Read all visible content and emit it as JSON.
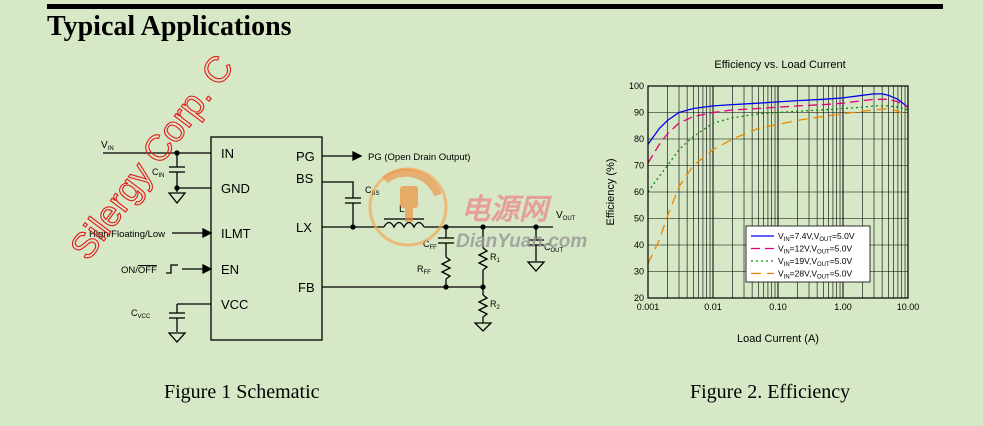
{
  "heading": "Typical Applications",
  "captions": {
    "schematic": "Figure 1 Schematic",
    "efficiency": "Figure 2. Efficiency"
  },
  "schematic": {
    "pins": {
      "in": "IN",
      "gnd": "GND",
      "ilmt": "ILMT",
      "en": "EN",
      "vcc": "VCC",
      "pg": "PG",
      "bs": "BS",
      "lx": "LX",
      "fb": "FB"
    },
    "labels": {
      "vin": "V",
      "vin_sub": "IN",
      "cin": "C",
      "cin_sub": "IN",
      "ilmt_in": "High/Floating/Low",
      "en_in": "ON/",
      "en_in_bar": "OFF",
      "cvcc": "C",
      "cvcc_sub": "VCC",
      "pg_out": "PG (Open Drain Output)",
      "cbs": "C",
      "cbs_sub": "BS",
      "l": "L",
      "cff": "C",
      "cff_sub": "FF",
      "rff": "R",
      "rff_sub": "FF",
      "r1": "R",
      "r1_sub": "1",
      "r2": "R",
      "r2_sub": "2",
      "vout": "V",
      "vout_sub": "OUT",
      "cout": "C",
      "cout_sub": "OUT"
    }
  },
  "watermarks": {
    "company": "Silergy Corp. C",
    "site_cn": "电源网",
    "site_en": "DianYuan.com"
  },
  "chart_data": {
    "type": "line",
    "title": "Efficiency vs. Load Current",
    "xlabel": "Load Current (A)",
    "ylabel": "Efficiency (%)",
    "xscale": "log",
    "xlim": [
      0.001,
      10
    ],
    "ylim": [
      20,
      100
    ],
    "xticks": [
      "0.001",
      "0.01",
      "0.10",
      "1.00",
      "10.00"
    ],
    "yticks": [
      "20",
      "30",
      "40",
      "50",
      "60",
      "70",
      "80",
      "90",
      "100"
    ],
    "grid": true,
    "legend_position": "lower-right",
    "series": [
      {
        "name": "VIN=7.4V,VOUT=5.0V",
        "legend_v1": "V",
        "legend_s1": "IN",
        "legend_mid": "=7.4V,V",
        "legend_s2": "OUT",
        "legend_end": "=5.0V",
        "color": "#0000ee",
        "dash": "",
        "x": [
          0.001,
          0.0015,
          0.002,
          0.003,
          0.005,
          0.01,
          0.02,
          0.05,
          0.1,
          0.2,
          0.5,
          1,
          2,
          3,
          4,
          5,
          7,
          10
        ],
        "y": [
          78,
          84,
          87,
          90,
          91.5,
          92.5,
          93,
          93.5,
          94,
          94.5,
          95,
          95.5,
          96.5,
          97,
          97,
          96.5,
          95,
          92
        ]
      },
      {
        "name": "VIN=12V,VOUT=5.0V",
        "legend_v1": "V",
        "legend_s1": "IN",
        "legend_mid": "=12V,V",
        "legend_s2": "OUT",
        "legend_end": "=5.0V",
        "color": "#e0007a",
        "dash": "9,5",
        "x": [
          0.001,
          0.0015,
          0.002,
          0.003,
          0.005,
          0.01,
          0.02,
          0.05,
          0.1,
          0.2,
          0.5,
          1,
          2,
          3,
          5,
          7,
          10
        ],
        "y": [
          71,
          78,
          82,
          86,
          88.5,
          90,
          91,
          91.5,
          92,
          92.5,
          93,
          93.5,
          94.5,
          95,
          95,
          94,
          92
        ]
      },
      {
        "name": "VIN=19V,VOUT=5.0V",
        "legend_v1": "V",
        "legend_s1": "IN",
        "legend_mid": "=19V,V",
        "legend_s2": "OUT",
        "legend_end": "=5.0V",
        "color": "#118811",
        "dash": "2,3",
        "x": [
          0.001,
          0.0015,
          0.002,
          0.003,
          0.005,
          0.01,
          0.02,
          0.05,
          0.1,
          0.2,
          0.5,
          1,
          2,
          3,
          5,
          7,
          10
        ],
        "y": [
          60,
          66,
          70,
          76,
          81,
          86,
          88,
          89.5,
          90,
          90.5,
          91,
          91.5,
          92,
          92.5,
          92.5,
          92,
          91
        ]
      },
      {
        "name": "VIN=28V,VOUT=5.0V",
        "legend_v1": "V",
        "legend_s1": "IN",
        "legend_mid": "=28V,V",
        "legend_s2": "OUT",
        "legend_end": "=5.0V",
        "color": "#ee8800",
        "dash": "10,6",
        "x": [
          0.001,
          0.0015,
          0.002,
          0.003,
          0.005,
          0.01,
          0.02,
          0.05,
          0.1,
          0.2,
          0.5,
          1,
          2,
          3,
          5,
          7,
          10
        ],
        "y": [
          33,
          42,
          51,
          62,
          70,
          76,
          80,
          84,
          85.5,
          87,
          88.5,
          89.5,
          90.5,
          91,
          91.5,
          90.5,
          88.5
        ]
      }
    ]
  }
}
